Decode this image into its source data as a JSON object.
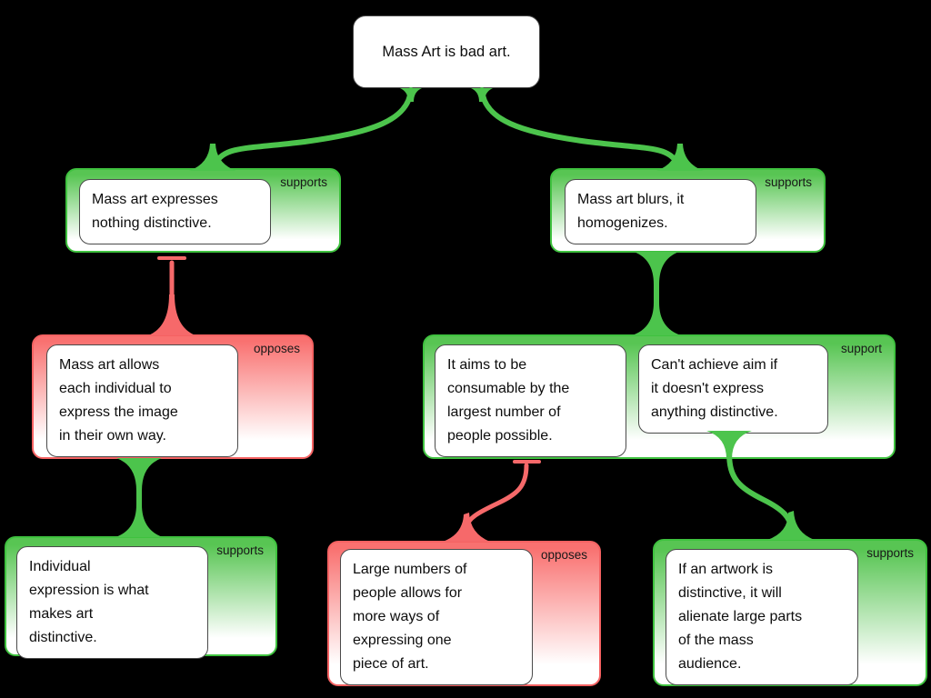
{
  "app": {
    "type": "argument-map",
    "background": "#000000"
  },
  "colors": {
    "support": "#4cc44c",
    "attack": "#f6696a",
    "support_gradient_top": "#58c553",
    "attack_gradient_top": "#f97170",
    "statement_bg": "#ffffff",
    "statement_border": "#4a4a4a"
  },
  "thesis": {
    "text": "Mass Art is bad art."
  },
  "nodes": [
    {
      "id": "supports-left",
      "label": "supports",
      "statements": [
        [
          "Mass art expresses",
          "nothing distinctive."
        ]
      ]
    },
    {
      "id": "supports-right",
      "label": "supports",
      "statements": [
        [
          "Mass art blurs, it",
          "homogenizes."
        ]
      ]
    },
    {
      "id": "opposes-left",
      "label": "opposes",
      "statements": [
        [
          "Mass art allows",
          "each individual to",
          "express the image",
          "in their own way."
        ]
      ]
    },
    {
      "id": "support-group",
      "label": "support",
      "statements": [
        [
          "It aims to be",
          "consumable by the",
          "largest number of",
          "people possible."
        ],
        [
          "Can't achieve aim if",
          "it doesn't express",
          "anything distinctive."
        ]
      ]
    },
    {
      "id": "supports-bottom-left",
      "label": "supports",
      "statements": [
        [
          "Individual",
          "expression is what",
          "makes art",
          "distinctive."
        ]
      ]
    },
    {
      "id": "opposes-bottom-middle",
      "label": "opposes",
      "statements": [
        [
          "Large numbers of",
          "people allows for",
          "more ways of",
          "expressing one",
          "piece of art."
        ]
      ]
    },
    {
      "id": "supports-bottom-right",
      "label": "supports",
      "statements": [
        [
          "If an artwork is",
          "distinctive, it will",
          "alienate large parts",
          "of the mass",
          "audience."
        ]
      ]
    }
  ],
  "edges": [
    {
      "from": "supports-left",
      "to": "thesis",
      "type": "support"
    },
    {
      "from": "supports-right",
      "to": "thesis",
      "type": "support"
    },
    {
      "from": "opposes-left",
      "to": "supports-left",
      "type": "attack"
    },
    {
      "from": "support-group",
      "to": "supports-right",
      "type": "support"
    },
    {
      "from": "supports-bottom-left",
      "to": "opposes-left",
      "type": "support"
    },
    {
      "from": "opposes-bottom-middle",
      "to": "support-group-statement-1",
      "type": "attack"
    },
    {
      "from": "supports-bottom-right",
      "to": "support-group-statement-2",
      "type": "support"
    }
  ]
}
